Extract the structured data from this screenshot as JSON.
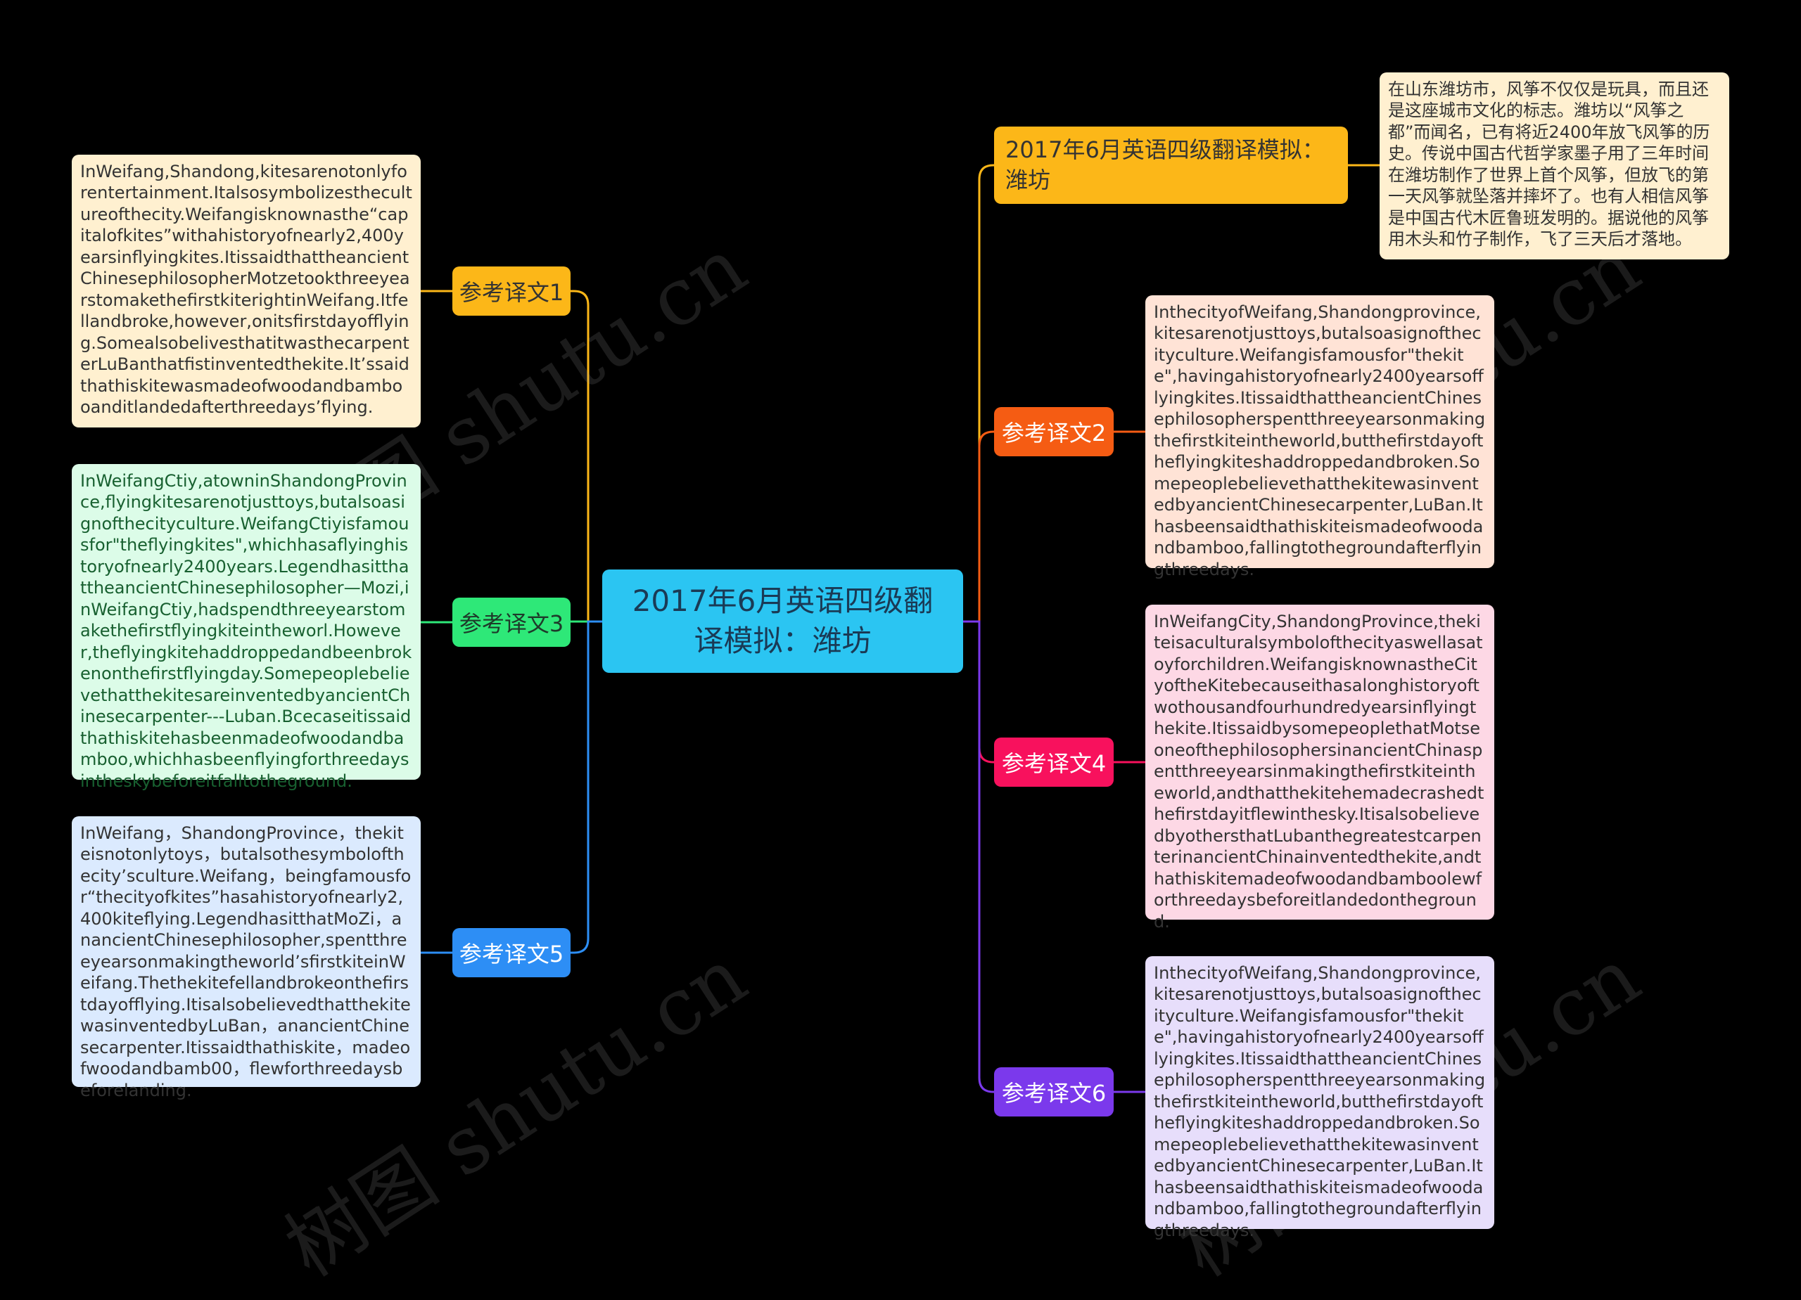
{
  "root": {
    "title": "2017年6月英语四级翻译模拟：潍坊"
  },
  "branches": {
    "b0": {
      "label": "2017年6月英语四级翻译模拟：潍坊",
      "color": "#fcb718"
    },
    "b1": {
      "label": "参考译文1",
      "color": "#fcb718"
    },
    "b2": {
      "label": "参考译文2",
      "color": "#f55c13"
    },
    "b3": {
      "label": "参考译文3",
      "color": "#2ee878"
    },
    "b4": {
      "label": "参考译文4",
      "color": "#f8115d"
    },
    "b5": {
      "label": "参考译文5",
      "color": "#2d8ef5"
    },
    "b6": {
      "label": "参考译文6",
      "color": "#7b39ec"
    }
  },
  "leaves": {
    "l0": "在山东潍坊市，风筝不仅仅是玩具，而且还是这座城市文化的标志。潍坊以“风筝之都”而闻名，已有将近2400年放飞风筝的历史。传说中国古代哲学家墨子用了三年时间在潍坊制作了世界上首个风筝，但放飞的第一天风筝就坠落并摔坏了。也有人相信风筝是中国古代木匠鲁班发明的。据说他的风筝用木头和竹子制作，飞了三天后才落地。",
    "l1": "InWeifang,Shandong,kitesarenotonlyforentertainment.Italsosymbolizesthecultureofthecity.Weifangisknownasthe“capitalofkites”withahistoryofnearly2,400yearsinflyingkites.ItissaidthattheancientChinesephilosopherMotzetookthreeyearstomakethefirstkiterightinWeifang.Itfellandbroke,however,onitsfirstdayofflying.SomealsobelivesthatitwasthecarpenterLuBanthatfistinventedthekite.It’ssaidthathiskitewasmadeofwoodandbambooanditlandedafterthreedays’flying.",
    "l2": "InthecityofWeifang,Shandongprovince,kitesarenotjusttoys,butalsoasignofthecityculture.Weifangisfamousfor\"thekite\",havingahistoryofnearly2400yearsofflyingkites.ItissaidthattheancientChinesephilosopherspentthreeyearsonmakingthefirstkiteintheworld,butthefirstdayoftheflyingkiteshaddroppedandbroken.SomepeoplebelievethatthekitewasinventedbyancientChinesecarpenter,LuBan.Ithasbeensaidthathiskiteismadeofwoodandbamboo,fallingtothegroundafterflyingthreedays.",
    "l3": "InWeifangCtiy,atowninShandongProvince,flyingkitesarenotjusttoys,butalsoasignofthecityculture.WeifangCtiyisfamousfor\"theflyingkites\",whichhasaflyinghistoryofnearly2400years.LegendhasitthattheancientChinesephilosopher—Mozi,inWeifangCtiy,hadspendthreeyearstomakethefirstflyingkiteintheworl.However,theflyingkitehaddroppedandbeenbrokenonthefirstflyingday.SomepeoplebelievethatthekitesareinventedbyancientChinesecarpenter---Luban.Bcecaseitissaidthathiskitehasbeenmadeofwoodandbamboo,whichhasbeenflyingforthreedaysintheskybeforeitfalltotheground.",
    "l4": "InWeifangCity,ShandongProvince,thekiteisaculturalsymbolofthecityaswellasatoyforchildren.WeifangisknownastheCityoftheKitebecauseithasalonghistoryoftwothousandfourhundredyearsinflyingthekite.ItissaidbysomepeoplethatMotseoneofthephilosophersinancientChinaspentthreeyearsinmakingthefirstkiteintheworld,andthatthekitehemadecrashedthefirstdayitflewinthesky.ItisalsobelievedbyothersthatLubanthegreatestcarpenterinancientChinainventedthekite,andthathiskitemadeofwoodandbamboolewforthreedaysbeforeitlandedontheground.",
    "l5": "InWeifang，ShandongProvince，thekiteisnotonlytoys，butalsothesymbolofthecity’sculture.Weifang，beingfamousfor“thecityofkites”hasahistoryofnearly2,400kiteflying.LegendhasitthatMoZi，anancientChinesephilosopher,spentthreeyearsonmakingtheworld’sfirstkiteinWeifang.Thethekitefellandbrokeonthefirstdayofflying.ItisalsobelievedthatthekitewasinventedbyLuBan，anancientChinesecarpenter.Itissaidthathiskite，madeofwoodandbamb00，flewforthreedaysbeforelanding.",
    "l6": "InthecityofWeifang,Shandongprovince,kitesarenotjusttoys,butalsoasignofthecityculture.Weifangisfamousfor\"thekite\",havingahistoryofnearly2400yearsofflyingkites.ItissaidthattheancientChinesephilosopherspentthreeyearsonmakingthefirstkiteintheworld,butthefirstdayoftheflyingkiteshaddroppedandbroken.SomepeoplebelievethatthekitewasinventedbyancientChinesecarpenter,LuBan.Ithasbeensaidthathiskiteismadeofwoodandbamboo,fallingtothegroundafterflyingthreedays."
  },
  "watermark": "树图 shutu.cn"
}
